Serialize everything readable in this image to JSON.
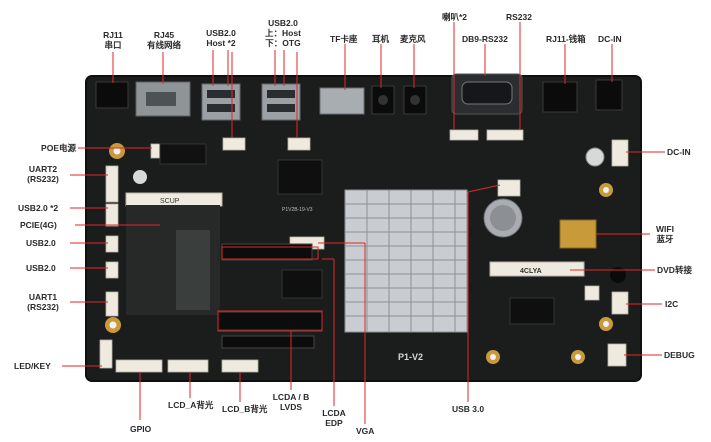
{
  "labels_top": [
    {
      "id": "rj11-serial",
      "lines": [
        "RJ11",
        "串口"
      ]
    },
    {
      "id": "rj45-wired",
      "lines": [
        "RJ45",
        "有线网络"
      ]
    },
    {
      "id": "usb20-host2-top",
      "lines": [
        "USB2.0",
        "Host *2"
      ]
    },
    {
      "id": "usb20-host-otg",
      "lines": [
        "USB2.0",
        "上：Host",
        "下：OTG"
      ]
    },
    {
      "id": "tf-card",
      "lines": [
        "TF卡座"
      ]
    },
    {
      "id": "earphone",
      "lines": [
        "耳机"
      ]
    },
    {
      "id": "microphone",
      "lines": [
        "麦克风"
      ]
    },
    {
      "id": "speaker2",
      "lines": [
        "喇叭*2"
      ]
    },
    {
      "id": "rs232-top",
      "lines": [
        "RS232"
      ]
    },
    {
      "id": "db9-rs232",
      "lines": [
        "DB9-RS232"
      ]
    },
    {
      "id": "rj11-cashbox",
      "lines": [
        "RJ11-钱箱"
      ]
    },
    {
      "id": "dc-in-top",
      "lines": [
        "DC-IN"
      ]
    }
  ],
  "labels_left": [
    {
      "id": "poe-power",
      "lines": [
        "POE电源"
      ]
    },
    {
      "id": "uart2-rs232",
      "lines": [
        "UART2",
        "(RS232)"
      ]
    },
    {
      "id": "usb20-x2-left",
      "lines": [
        "USB2.0 *2"
      ]
    },
    {
      "id": "pcie-4g",
      "lines": [
        "PCIE(4G)"
      ]
    },
    {
      "id": "usb20-left-1",
      "lines": [
        "USB2.0"
      ]
    },
    {
      "id": "usb20-left-2",
      "lines": [
        "USB2.0"
      ]
    },
    {
      "id": "uart1-rs232",
      "lines": [
        "UART1",
        "(RS232)"
      ]
    },
    {
      "id": "led-key",
      "lines": [
        "LED/KEY"
      ]
    }
  ],
  "labels_right": [
    {
      "id": "dc-in-right",
      "lines": [
        "DC-IN"
      ]
    },
    {
      "id": "wifi-bt",
      "lines": [
        "WIFI",
        "蓝牙"
      ]
    },
    {
      "id": "dvd-conv",
      "lines": [
        "DVD转接"
      ]
    },
    {
      "id": "i2c",
      "lines": [
        "I2C"
      ]
    },
    {
      "id": "debug",
      "lines": [
        "DEBUG"
      ]
    }
  ],
  "labels_bottom": [
    {
      "id": "gpio",
      "lines": [
        "GPIO"
      ]
    },
    {
      "id": "lcd-a-backlight",
      "lines": [
        "LCD_A背光"
      ]
    },
    {
      "id": "lcd-b-backlight",
      "lines": [
        "LCD_B背光"
      ]
    },
    {
      "id": "lcda-b-lvds",
      "lines": [
        "LCDA / B",
        "LVDS"
      ]
    },
    {
      "id": "lcda-edp",
      "lines": [
        "LCDA",
        "EDP"
      ]
    },
    {
      "id": "vga",
      "lines": [
        "VGA"
      ]
    },
    {
      "id": "usb30",
      "lines": [
        "USB 3.0"
      ]
    }
  ],
  "board_print": {
    "model": "P1-V2",
    "chip_mark": "P1V2B-19-V3",
    "slot_mark": "4CLYA",
    "pcie_mark": "SCUP"
  },
  "colors": {
    "pcb": "#1b1d1c",
    "callout": "#e1262a",
    "heatsink": "#c9ccd0",
    "label": "#2a2a2a"
  }
}
